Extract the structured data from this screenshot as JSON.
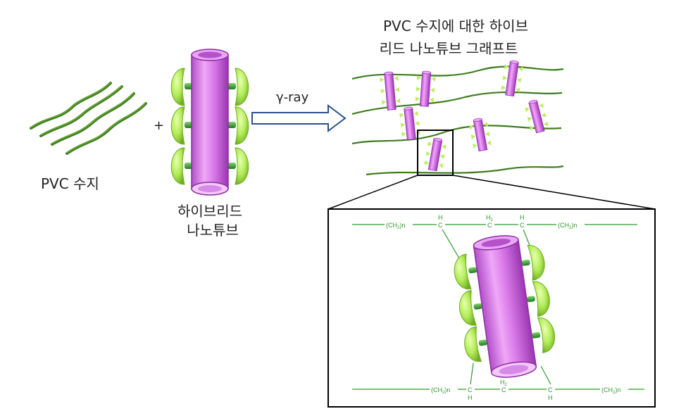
{
  "labels": {
    "pvc_resin": "PVC 수지",
    "plus": "+",
    "hybrid_nanotube_line1": "하이브리드",
    "hybrid_nanotube_line2": "나노튜브",
    "gamma_ray": "γ-ray",
    "graft_title_line1": "PVC 수지에 대한 하이브",
    "graft_title_line2": "리드 나노튜브  그래프트"
  },
  "chem": {
    "ch2n": "(CH",
    "ch2n_sub": "2",
    "ch2n_tail": ")n",
    "carbon": "C",
    "hydrogen": "H",
    "h2": "H",
    "h2_sub": "2"
  },
  "colors": {
    "pvc_strand": "#3f7d1f",
    "tube_body": "#d67ce6",
    "tube_dark": "#9b3fb0",
    "cap_green": "#b8f060",
    "cap_dark": "#6fae22",
    "chem_green": "#2e9a2e",
    "arrow": "#2b4f8a"
  }
}
